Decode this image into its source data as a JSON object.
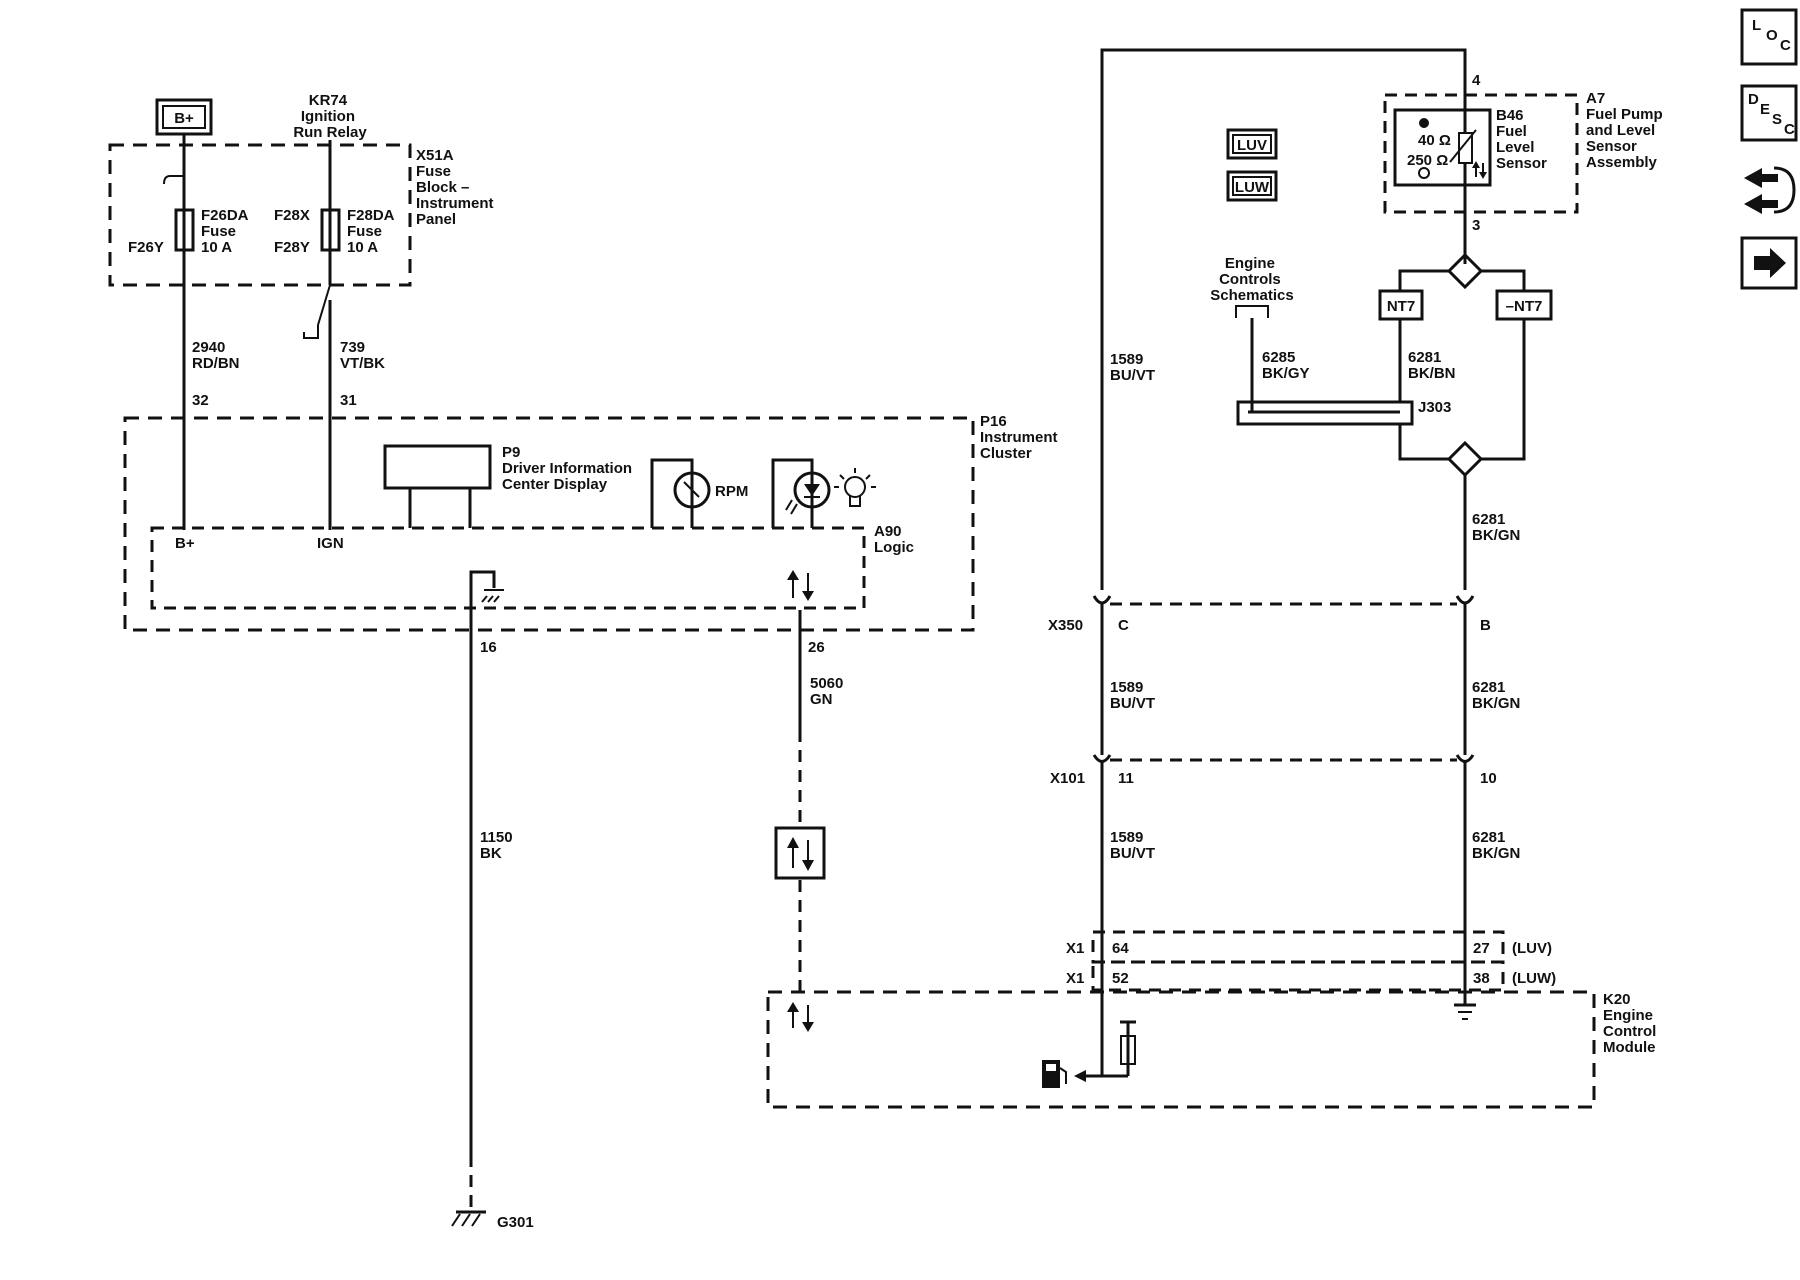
{
  "top_left": {
    "battery": "B+",
    "relay": [
      "KR74",
      "Ignition",
      "Run Relay"
    ],
    "fuse_block": [
      "X51A",
      "Fuse",
      "Block –",
      "Instrument",
      "Panel"
    ],
    "fuse1": {
      "name": [
        "F26DA",
        "Fuse",
        "10 A"
      ],
      "pin": "F26Y"
    },
    "fuse2": {
      "name": [
        "F28DA",
        "Fuse",
        "10 A"
      ],
      "pin_top": "F28X",
      "pin": "F28Y"
    },
    "wire_2940": [
      "2940",
      "RD/BN"
    ],
    "wire_739": [
      "739",
      "VT/BK"
    ],
    "pin32": "32",
    "pin31": "31"
  },
  "cluster": {
    "name": [
      "P16",
      "Instrument",
      "Cluster"
    ],
    "dic": [
      "P9",
      "Driver Information",
      "Center Display"
    ],
    "rpm": "RPM",
    "logic": [
      "A90",
      "Logic"
    ],
    "b_plus": "B+",
    "ign": "IGN",
    "pin16": "16",
    "pin26": "26"
  },
  "lower_left": {
    "wire_1150": [
      "1150",
      "BK"
    ],
    "wire_5060": [
      "5060",
      "GN"
    ],
    "ground": "G301"
  },
  "right": {
    "opt_luv": "LUV",
    "opt_luw": "LUW",
    "pin4": "4",
    "pin3": "3",
    "fuel_pump": [
      "A7",
      "Fuel Pump",
      "and Level",
      "Sensor",
      "Assembly"
    ],
    "sensor": [
      "B46",
      "Fuel",
      "Level",
      "Sensor"
    ],
    "r40": "40 Ω",
    "r250": "250 Ω",
    "engine_ref": [
      "Engine",
      "Controls",
      "Schematics"
    ],
    "nt7": "NT7",
    "not_nt7": "–NT7",
    "wire_6285": [
      "6285",
      "BK/GY"
    ],
    "wire_6281a": [
      "6281",
      "BK/BN"
    ],
    "j303": "J303",
    "wire_6281b": [
      "6281",
      "BK/GN"
    ],
    "wire_1589a": [
      "1589",
      "BU/VT"
    ],
    "x350": "X350",
    "x350_c": "C",
    "x350_b": "B",
    "wire_1589b": [
      "1589",
      "BU/VT"
    ],
    "wire_6281c": [
      "6281",
      "BK/GN"
    ],
    "x101": "X101",
    "x101_11": "11",
    "x101_10": "10",
    "wire_1589c": [
      "1589",
      "BU/VT"
    ],
    "wire_6281d": [
      "6281",
      "BK/GN"
    ],
    "x1a": "X1",
    "pin64": "64",
    "pin27": "27",
    "luv_tag": "(LUV)",
    "x1b": "X1",
    "pin52": "52",
    "pin38": "38",
    "luw_tag": "(LUW)",
    "ecm": [
      "K20",
      "Engine",
      "Control",
      "Module"
    ]
  },
  "nav": {
    "loc": [
      "L",
      "O",
      "C"
    ],
    "desc": [
      "D",
      "E",
      "S",
      "C"
    ]
  }
}
